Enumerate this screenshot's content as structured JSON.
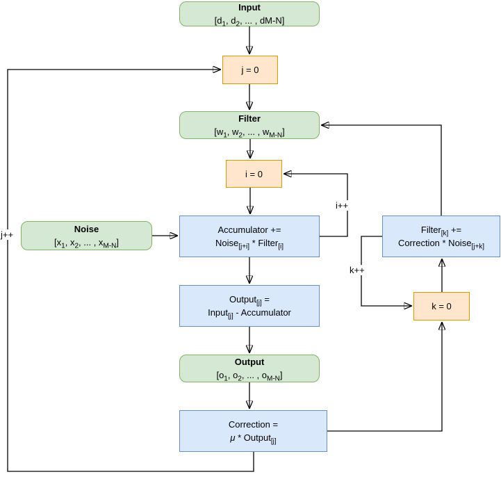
{
  "diagram_type": "flowchart",
  "topic": "adaptive noise-cancelling filter loop",
  "colors": {
    "green_fill": "#d5e8d4",
    "green_stroke": "#82b366",
    "orange_fill": "#ffe6cc",
    "orange_stroke": "#d79b00",
    "blue_fill": "#dae8fc",
    "blue_stroke": "#6c8ebf",
    "connector": "#000000"
  },
  "nodes": {
    "input": {
      "title": "Input",
      "value": [
        {
          "t": "[d"
        },
        {
          "t": "1",
          "sub": true
        },
        {
          "t": ", d"
        },
        {
          "t": "2",
          "sub": true
        },
        {
          "t": ", ... , dM-N]"
        }
      ]
    },
    "j_init": {
      "label": "j = 0"
    },
    "filter": {
      "title": "Filter",
      "value": [
        {
          "t": "[w"
        },
        {
          "t": "1",
          "sub": true
        },
        {
          "t": ", w"
        },
        {
          "t": "2",
          "sub": true
        },
        {
          "t": ", ... , w"
        },
        {
          "t": "M-N",
          "sub": true
        },
        {
          "t": "]"
        }
      ]
    },
    "i_init": {
      "label": "i = 0"
    },
    "noise": {
      "title": "Noise",
      "value": [
        {
          "t": "[x"
        },
        {
          "t": "1",
          "sub": true
        },
        {
          "t": ", x"
        },
        {
          "t": "2",
          "sub": true
        },
        {
          "t": ", ... , x"
        },
        {
          "t": "M-N",
          "sub": true
        },
        {
          "t": "]"
        }
      ]
    },
    "accumulator": {
      "line1": [
        {
          "t": "Accumulator +="
        }
      ],
      "line2": [
        {
          "t": "Noise"
        },
        {
          "t": "[j+i]",
          "sub": true
        },
        {
          "t": " * Filter"
        },
        {
          "t": "[i]",
          "sub": true
        }
      ]
    },
    "output_calc": {
      "line1": [
        {
          "t": "Output"
        },
        {
          "t": "[j]",
          "sub": true
        },
        {
          "t": " ="
        }
      ],
      "line2": [
        {
          "t": "Input"
        },
        {
          "t": "[j]",
          "sub": true
        },
        {
          "t": " - Accumulator"
        }
      ]
    },
    "output": {
      "title": "Output",
      "value": [
        {
          "t": "[o"
        },
        {
          "t": "1",
          "sub": true
        },
        {
          "t": ", o"
        },
        {
          "t": "2",
          "sub": true
        },
        {
          "t": ", ... , o"
        },
        {
          "t": "M-N",
          "sub": true
        },
        {
          "t": "]"
        }
      ]
    },
    "correction": {
      "line1": [
        {
          "t": "Correction ="
        }
      ],
      "line2": [
        {
          "t": "μ",
          "italic": true
        },
        {
          "t": " * Output"
        },
        {
          "t": "[j]",
          "sub": true
        }
      ]
    },
    "filter_update": {
      "line1": [
        {
          "t": "Filter"
        },
        {
          "t": "[k]",
          "sub": true
        },
        {
          "t": " +="
        }
      ],
      "line2": [
        {
          "t": "Correction * Noise"
        },
        {
          "t": "[j+k]",
          "sub": true
        }
      ]
    },
    "k_init": {
      "label": "k = 0"
    }
  },
  "edge_labels": {
    "j_loop": "j++",
    "i_loop": "i++",
    "k_loop": "k++"
  }
}
